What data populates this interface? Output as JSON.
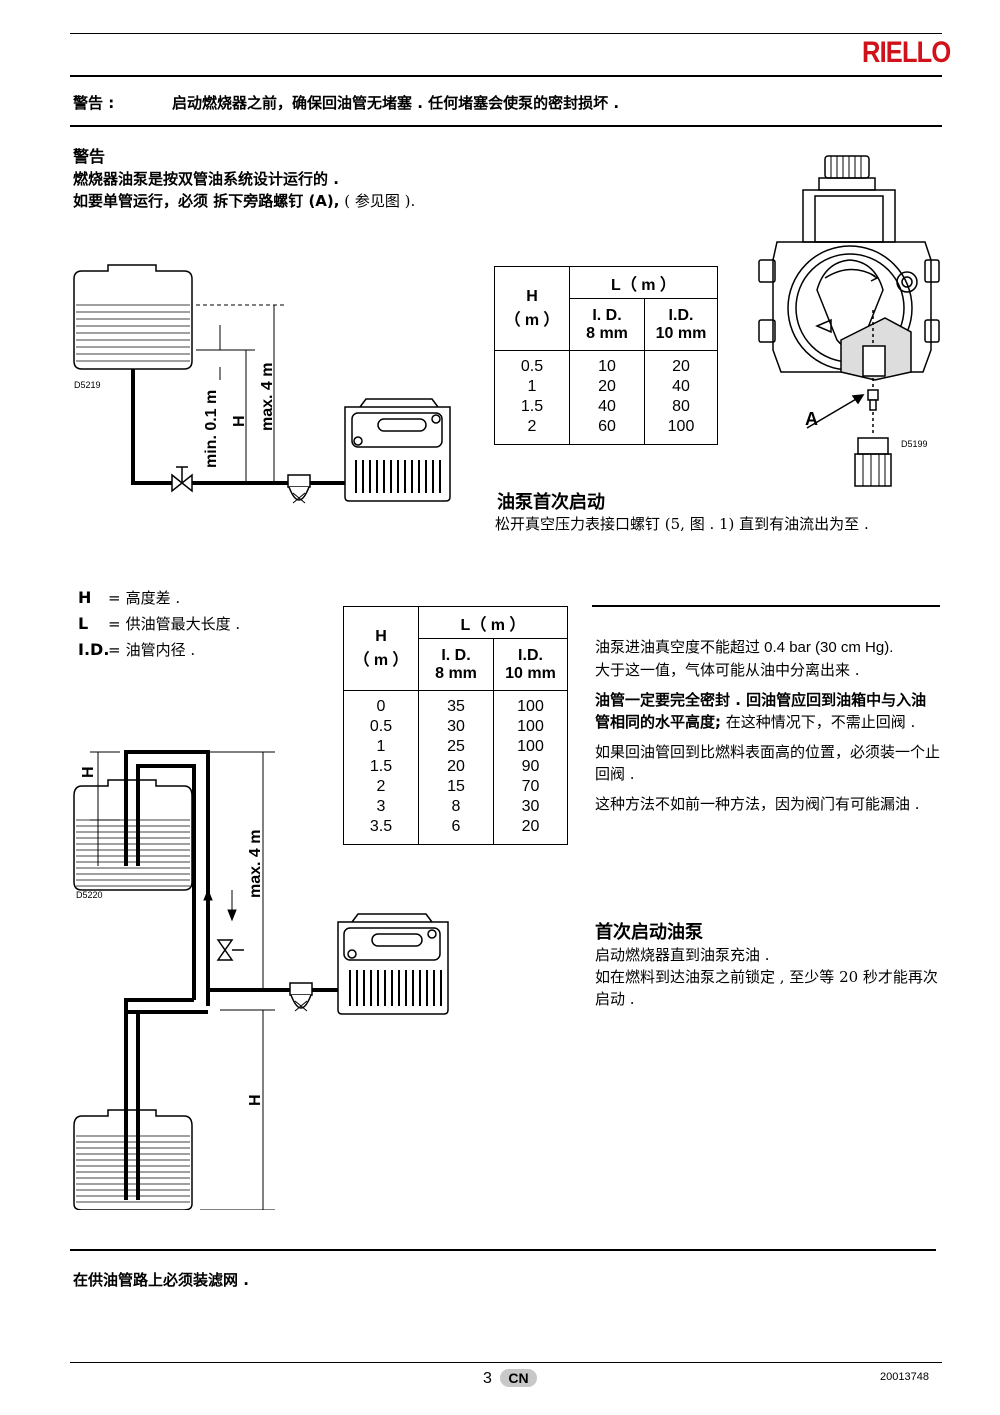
{
  "brand": "RIELLO",
  "warning1": {
    "label": "警告 :",
    "text": "启动燃烧器之前，确保回油管无堵塞 . 任何堵塞会使泵的密封损坏 ."
  },
  "warning2": {
    "title": "警告",
    "line1": "燃烧器油泵是按双管油系统设计运行的 .",
    "line2_bold": "如要单管运行，必须 拆下旁路螺钉 (A),",
    "line2_normal": " ( 参见图 )."
  },
  "diagram1": {
    "code": "D5219",
    "label_min": "min. 0.1 m",
    "label_h": "H",
    "label_max": "max. 4 m"
  },
  "pump_diagram": {
    "code": "D5199",
    "label_a": "A"
  },
  "table1": {
    "h_header": "H",
    "h_unit": "（ m ）",
    "l_header": "L（ m ）",
    "col1_line1": "I. D.",
    "col1_line2": "8 mm",
    "col2_line1": "I.D.",
    "col2_line2": "10 mm",
    "h_values": [
      "0.5",
      "1",
      "1.5",
      "2"
    ],
    "id8_values": [
      "10",
      "20",
      "40",
      "60"
    ],
    "id10_values": [
      "20",
      "40",
      "80",
      "100"
    ]
  },
  "first_start1": {
    "title": "油泵首次启动",
    "text": "松开真空压力表接口螺钉 (5, 图 . 1) 直到有油流出为至 ."
  },
  "legend": [
    {
      "key": "H",
      "eq": "=",
      "desc": "高度差 ."
    },
    {
      "key": "L",
      "eq": "=",
      "desc": "供油管最大长度 ."
    },
    {
      "key": "I.D.",
      "eq": "=",
      "desc": "油管内径 ."
    }
  ],
  "table2": {
    "h_header": "H",
    "h_unit": "（ m ）",
    "l_header": "L（ m ）",
    "col1_line1": "I. D.",
    "col1_line2": "8 mm",
    "col2_line1": "I.D.",
    "col2_line2": "10 mm",
    "h_values": [
      "0",
      "0.5",
      "1",
      "1.5",
      "2",
      "3",
      "3.5"
    ],
    "id8_values": [
      "35",
      "30",
      "25",
      "20",
      "15",
      "8",
      "6"
    ],
    "id10_values": [
      "100",
      "100",
      "100",
      "90",
      "70",
      "30",
      "20"
    ]
  },
  "diagram2": {
    "code": "D5220",
    "label_h_top": "H",
    "label_max": "max. 4 m",
    "label_h_bottom": "H"
  },
  "right_text": {
    "p1": "油泵进油真空度不能超过 0.4 bar (30 cm Hg).",
    "p2": "大于这一值，气体可能从油中分离出来 .",
    "p3_bold": "油管一定要完全密封 . 回油管应回到油箱中与入油管相同的水平高度;",
    "p3_normal": " 在这种情况下，不需止回阀 .",
    "p4": "如果回油管回到比燃料表面高的位置，必须装一个止回阀 .",
    "p5": "这种方法不如前一种方法，因为阀门有可能漏油 ."
  },
  "first_start2": {
    "title": "首次启动油泵",
    "line1": "启动燃烧器直到油泵充油 .",
    "line2": "如在燃料到达油泵之前锁定 , 至少等 20 秒才能再次启动 ."
  },
  "bottom_note": "在供油管路上必须装滤网 .",
  "footer": {
    "page": "3",
    "lang": "CN",
    "doc_code": "20013748"
  }
}
